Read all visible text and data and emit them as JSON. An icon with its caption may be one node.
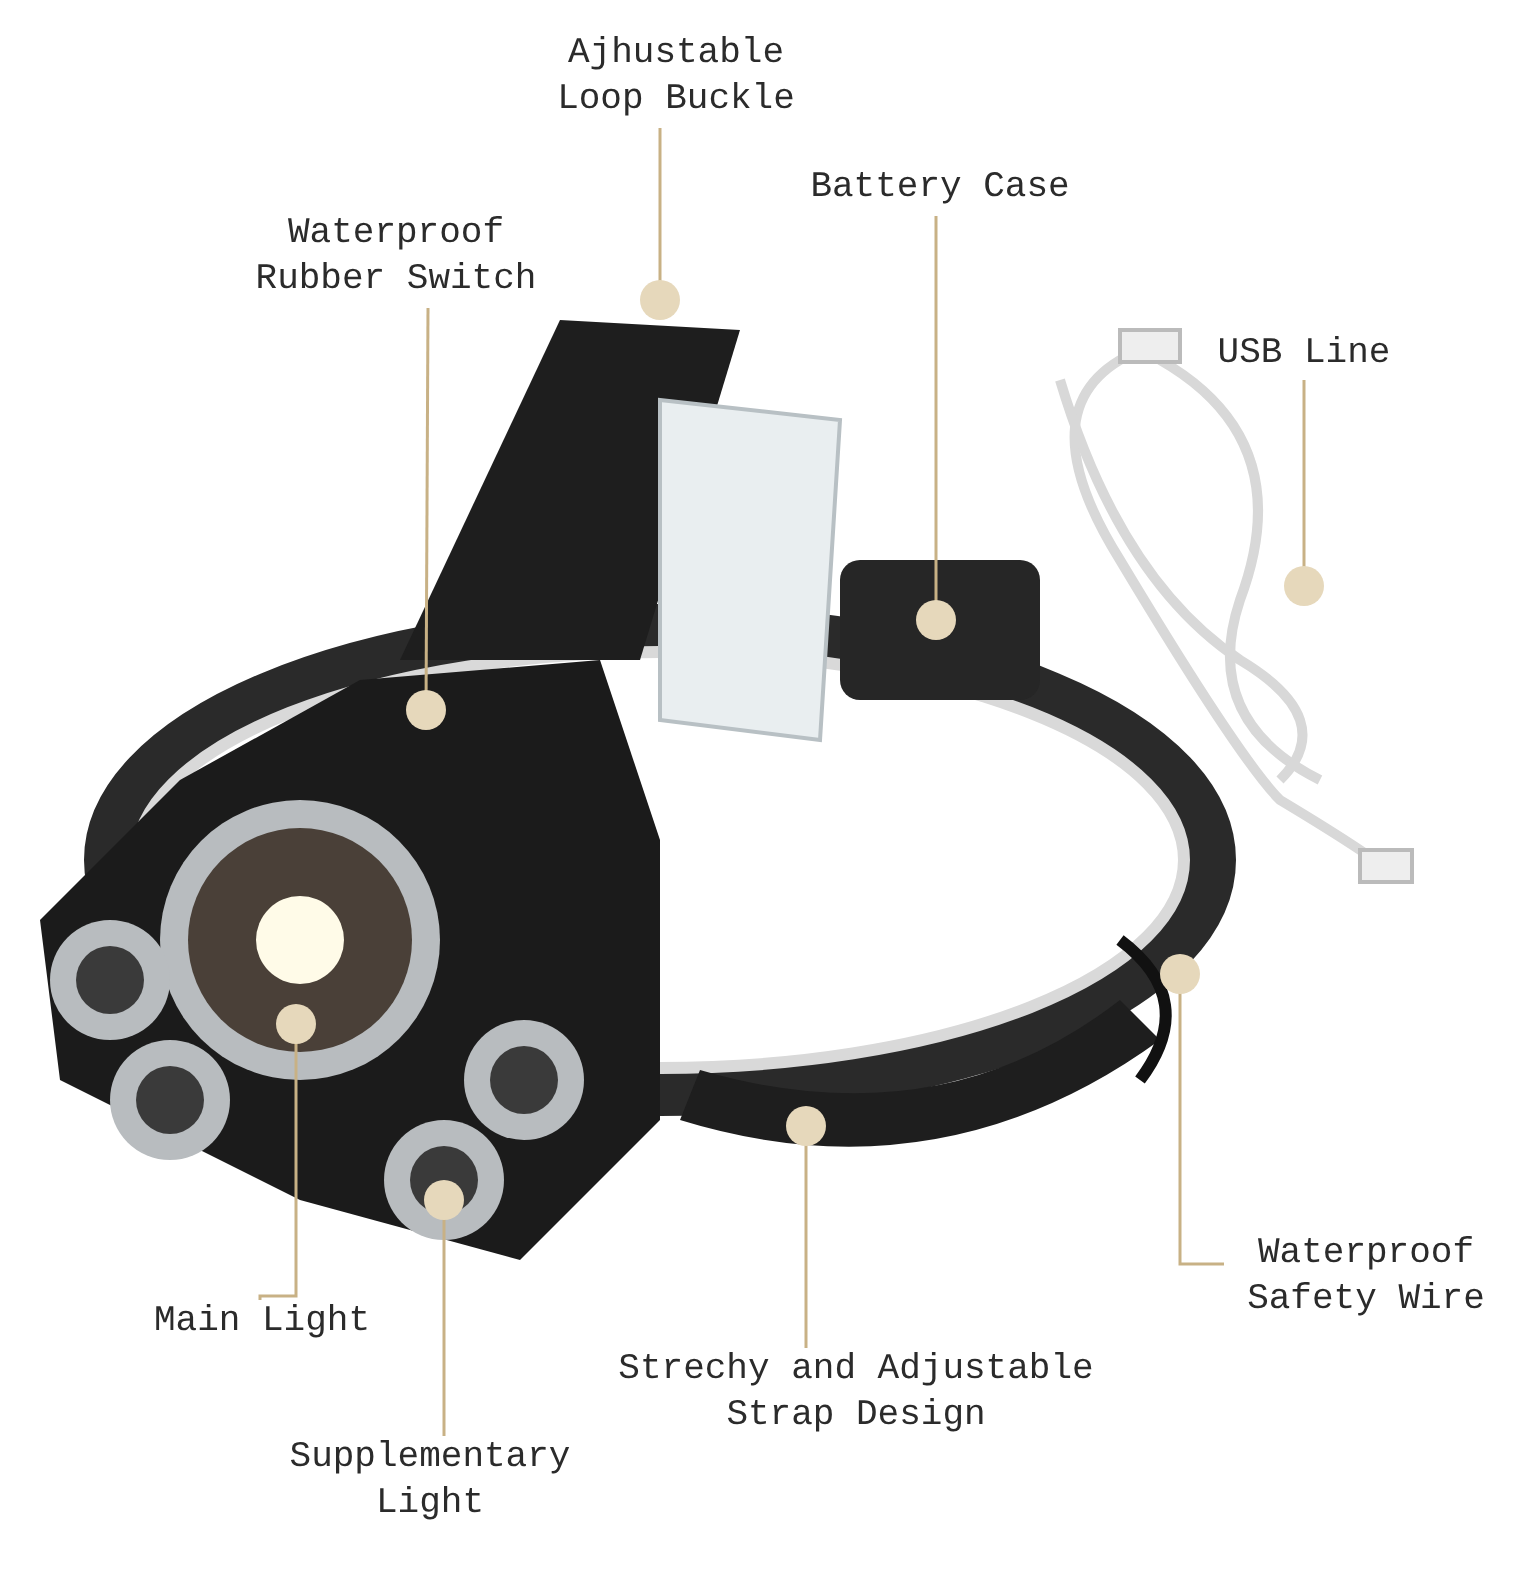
{
  "diagram": {
    "nodes": [
      {
        "text": [
          "Ajhustable Loop Buckle"
        ]
      },
      {
        "text": [
          "Waterproof Rubber Switch"
        ]
      },
      {
        "text": [
          "Battery Case"
        ]
      },
      {
        "text": [
          "USB Line"
        ]
      },
      {
        "text": [
          "Main Light"
        ]
      },
      {
        "text": [
          "Supplementary Light"
        ]
      },
      {
        "text": [
          "Strechy and Adjustable Strap Design"
        ]
      },
      {
        "text": [
          "Waterproof Safety Wire"
        ]
      }
    ],
    "edges": [
      {
        "from": 0,
        "to": null,
        "arrow": "other"
      },
      {
        "from": 1,
        "to": null,
        "arrow": "other"
      },
      {
        "from": 2,
        "to": null,
        "arrow": "other"
      },
      {
        "from": 3,
        "to": null,
        "arrow": "other"
      },
      {
        "from": 4,
        "to": null,
        "arrow": "other"
      },
      {
        "from": 5,
        "to": null,
        "arrow": "other"
      },
      {
        "from": 6,
        "to": null,
        "arrow": "other"
      },
      {
        "from": 7,
        "to": null,
        "arrow": "other"
      }
    ]
  }
}
